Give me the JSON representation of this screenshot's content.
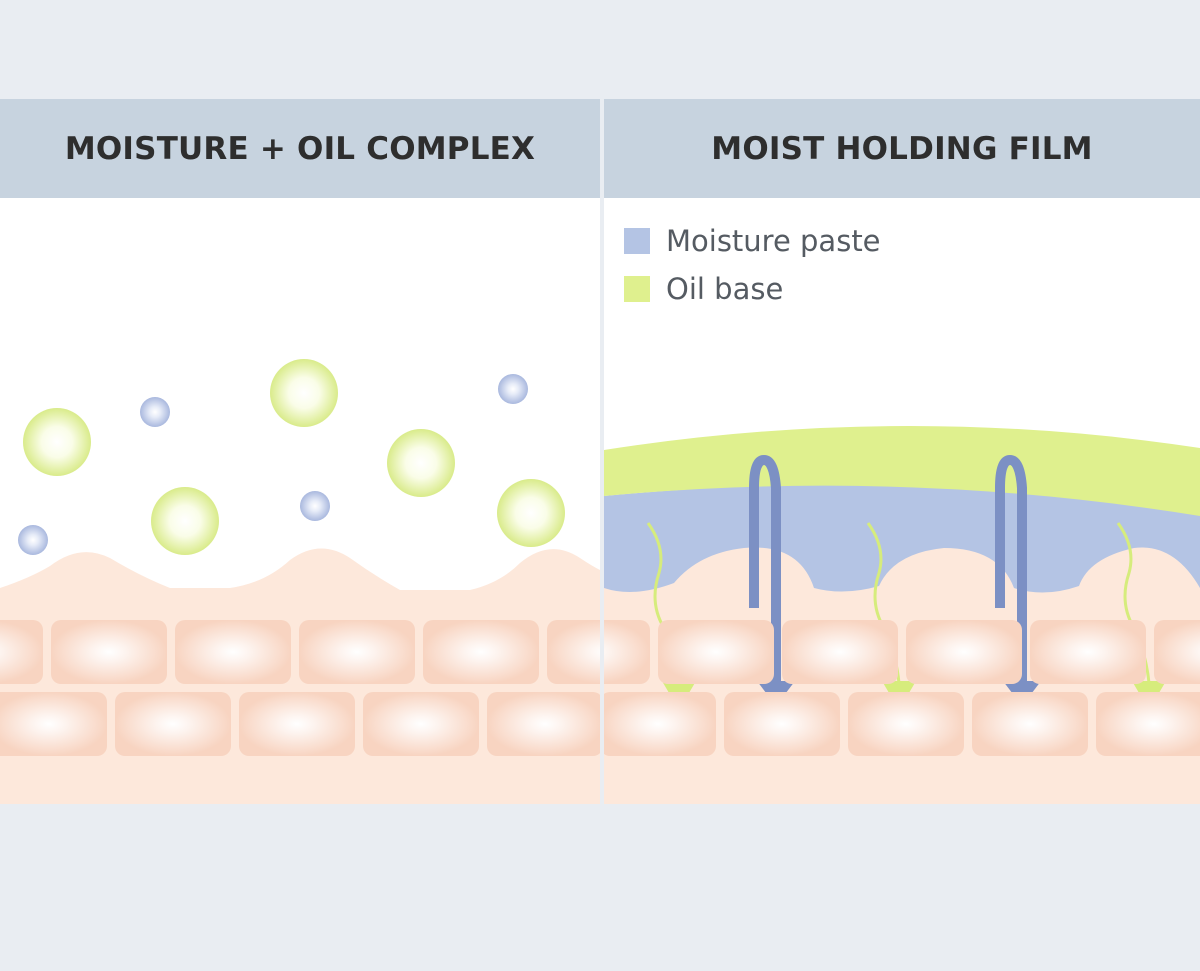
{
  "panels": {
    "left": {
      "title": "MOISTURE + OIL COMPLEX"
    },
    "right": {
      "title": "MOIST HOLDING FILM",
      "legend": [
        {
          "label": "Moisture paste",
          "color": "#b4c4e4"
        },
        {
          "label": "Oil base",
          "color": "#dff08e"
        }
      ]
    }
  },
  "colors": {
    "skin": "#fde8db",
    "cell": "#f8d4c1",
    "moisture_drop": "#a9b8de",
    "oil_drop": "#d9eb8a",
    "oil_arrow": "#d6ec7c",
    "moisture_arrow": "#7c90c4"
  }
}
